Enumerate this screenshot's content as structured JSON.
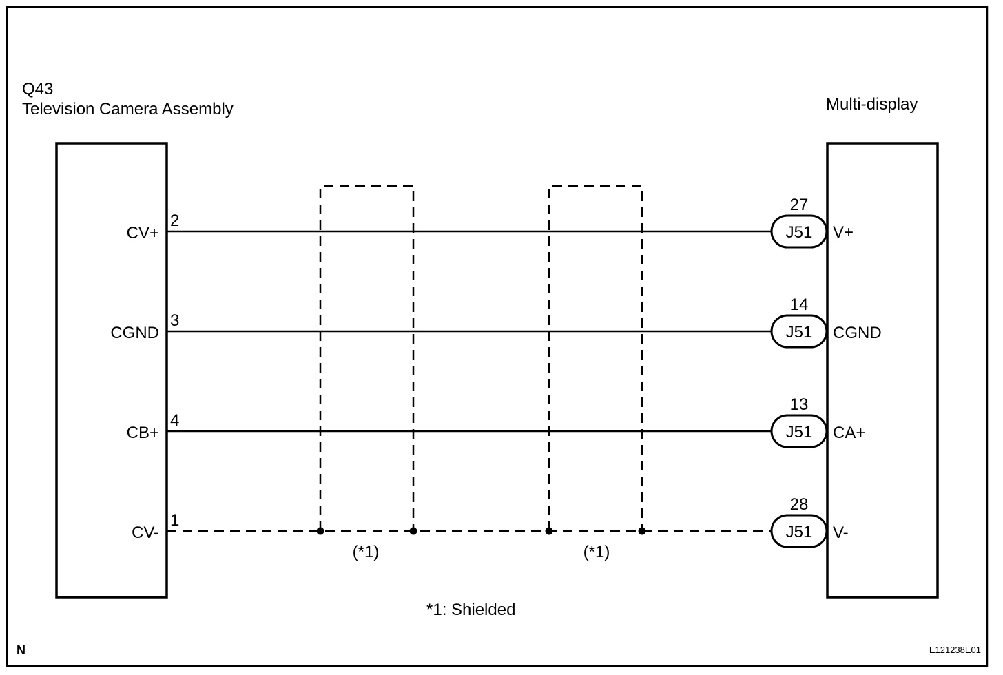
{
  "left_component": {
    "code": "Q43",
    "name": "Television Camera Assembly"
  },
  "right_component": {
    "name": "Multi-display"
  },
  "wires": [
    {
      "left_label": "CV+",
      "left_pin": "2",
      "connector": "J51",
      "right_pin": "27",
      "right_label": "V+",
      "shielded": false
    },
    {
      "left_label": "CGND",
      "left_pin": "3",
      "connector": "J51",
      "right_pin": "14",
      "right_label": "CGND",
      "shielded": false
    },
    {
      "left_label": "CB+",
      "left_pin": "4",
      "connector": "J51",
      "right_pin": "13",
      "right_label": "CA+",
      "shielded": false
    },
    {
      "left_label": "CV-",
      "left_pin": "1",
      "connector": "J51",
      "right_pin": "28",
      "right_label": "V-",
      "shielded": true
    }
  ],
  "shields": [
    {
      "label": "(*1)"
    },
    {
      "label": "(*1)"
    }
  ],
  "footnote": "*1: Shielded",
  "corner_left": "N",
  "corner_right": "E121238E01"
}
